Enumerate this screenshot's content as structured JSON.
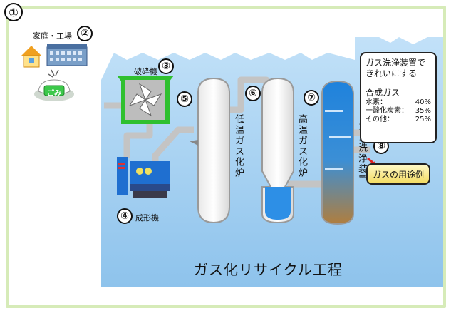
{
  "labels": {
    "step1": "①",
    "step2": "②",
    "step3": "③",
    "step4": "④",
    "step5": "⑤",
    "step6": "⑥",
    "step7": "⑦",
    "step8": "⑧",
    "home_factory": "家庭・工場",
    "garbage": "ごみ",
    "crusher": "破砕機",
    "molding_machine": "成形機",
    "low_temp_furnace": "低温ガス化炉",
    "high_temp_furnace": "高温ガス化炉",
    "gas_washer": "ガス洗浄装置",
    "process_title": "ガス化リサイクル工程"
  },
  "info_box": {
    "heading": "ガス洗浄装置できれいにする",
    "section": "合成ガス",
    "rows": [
      {
        "name": "水素：",
        "value": "40%"
      },
      {
        "name": "一酸化炭素：",
        "value": "35%"
      },
      {
        "name": "その他：",
        "value": "25%"
      }
    ]
  },
  "button": {
    "gas_use": "ガスの用途例"
  },
  "colors": {
    "background_blue": "#a7d2f2",
    "pipe_gray": "#c8c8c8",
    "liquid_blue": "#2d8fe6",
    "crusher_green": "#2fc02f",
    "frame_green": "#d6ebb8"
  }
}
